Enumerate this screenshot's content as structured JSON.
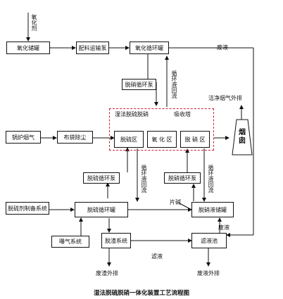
{
  "boxes": {
    "oxidant_storage": "氧化储罐",
    "feed_pump": "配料运输泵",
    "oxidation_tank": "氧化循环罐",
    "denitr_circ_pump_top": "脱硝循环泵",
    "boiler_flue": "锅炉烟气",
    "baghouse": "布袋除尘",
    "desulf_zone": "脱硫区",
    "oxidation_zone": "氧 化 区",
    "denitr_zone": "脱 硝 区",
    "desulf_circ_pump": "脱硫循环泵",
    "denitr_circ_pump": "脱硝循环泵",
    "desulfurizer_prep": "脱硫剂制备系统",
    "desulf_circ_tank": "脱硫循环罐",
    "denitr_storage": "脱硝液储罐",
    "aeration": "曝气系统",
    "desulf_system": "脱渣系统",
    "filter_tank": "滤液池",
    "chimney": "烟\n囱"
  },
  "labels": {
    "oxidant_input": "氧化剂",
    "waste_liquid_top": "废液",
    "circ_liquid_top": "循环液回流",
    "clean_flue": "洁净烟气外排",
    "region_title": "湿法脱硫脱硝",
    "absorber": "吸收塔",
    "circ_liquid_left": "循环液回流",
    "circ_liquid_right": "循环液回流",
    "flake_alkali": "片碱",
    "waste_liquid_right": "废液",
    "filtrate": "滤液",
    "waste_residue_out": "废渣外排",
    "waste_liquid_out": "废液外排"
  },
  "caption": "湿法脱硫脱硝一体化装置工艺流程图"
}
